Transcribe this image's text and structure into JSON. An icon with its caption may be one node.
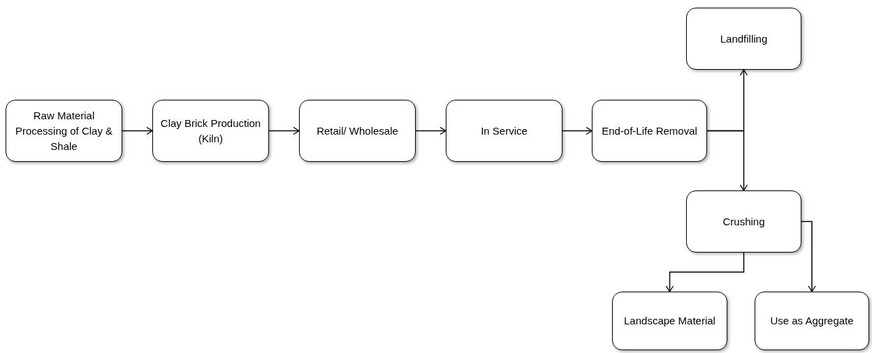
{
  "diagram": {
    "nodes": [
      {
        "text": [
          "Raw Material Processing of Clay & Shale"
        ]
      },
      {
        "text": [
          "Clay Brick Production (Kiln)"
        ]
      },
      {
        "text": [
          "Retail/ Wholesale"
        ]
      },
      {
        "text": [
          "In Service"
        ]
      },
      {
        "text": [
          "End-of-Life Removal"
        ]
      },
      {
        "text": [
          "Landfilling"
        ]
      },
      {
        "text": [
          "Crushing"
        ]
      },
      {
        "text": [
          "Landscape Material"
        ]
      },
      {
        "text": [
          "Use as Aggregate"
        ]
      }
    ],
    "edges": [
      {
        "from": 0,
        "to": 1,
        "arrow": "to"
      },
      {
        "from": 1,
        "to": 2,
        "arrow": "to"
      },
      {
        "from": 2,
        "to": 3,
        "arrow": "to"
      },
      {
        "from": 3,
        "to": 4,
        "arrow": "to"
      },
      {
        "from": 4,
        "to": 5,
        "arrow": "to"
      },
      {
        "from": 4,
        "to": 6,
        "arrow": "to"
      },
      {
        "from": 6,
        "to": 7,
        "arrow": "to"
      },
      {
        "from": 6,
        "to": 8,
        "arrow": "to"
      }
    ]
  }
}
